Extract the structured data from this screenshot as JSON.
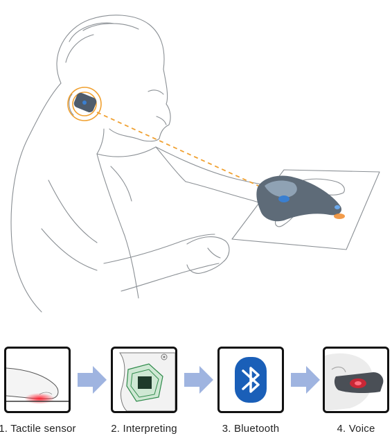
{
  "steps": [
    {
      "number": "1.",
      "label": "Tactile sensor",
      "icon": "fingertip-sensor-icon"
    },
    {
      "number": "2.",
      "label": "Interpreting",
      "icon": "circuit-board-icon"
    },
    {
      "number": "3.",
      "label": "Bluetooth",
      "icon": "bluetooth-icon"
    },
    {
      "number": "4.",
      "label": "Voice",
      "icon": "earpiece-icon"
    }
  ],
  "colors": {
    "line": "#8a8f94",
    "signal": "#f0a030",
    "device": "#5a6a7a",
    "accent_blue": "#3a7fd0",
    "arrow": "#9fb4e0",
    "sensor_red": "#e02030",
    "board_green": "#2e8a4a",
    "bluetooth_blue": "#1a5fb8"
  }
}
